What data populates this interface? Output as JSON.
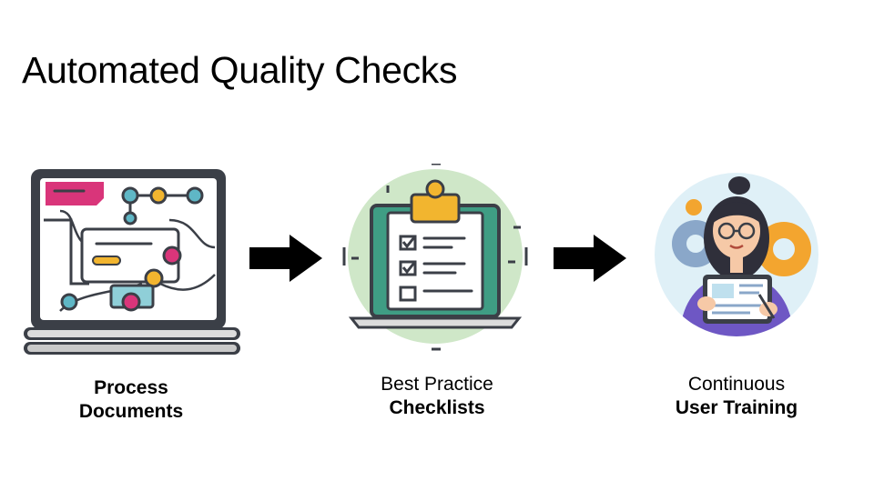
{
  "slide": {
    "title": "Automated Quality Checks"
  },
  "steps": [
    {
      "line1": "Process",
      "line2": "Documents",
      "icon": "laptop-workflow-icon"
    },
    {
      "line1": "Best Practice",
      "line2": "Checklists",
      "icon": "clipboard-checklist-icon"
    },
    {
      "line1": "Continuous",
      "line2": "User Training",
      "icon": "user-training-icon"
    }
  ],
  "arrows": [
    "right-arrow-icon",
    "right-arrow-icon"
  ],
  "colors": {
    "dark": "#3b3f47",
    "pink": "#d9357a",
    "teal": "#5fb7c6",
    "yellow": "#f2b52f",
    "mint": "#cfe7c8",
    "green": "#3f9d84",
    "orange": "#f3a52f",
    "purple": "#6e57c4"
  }
}
